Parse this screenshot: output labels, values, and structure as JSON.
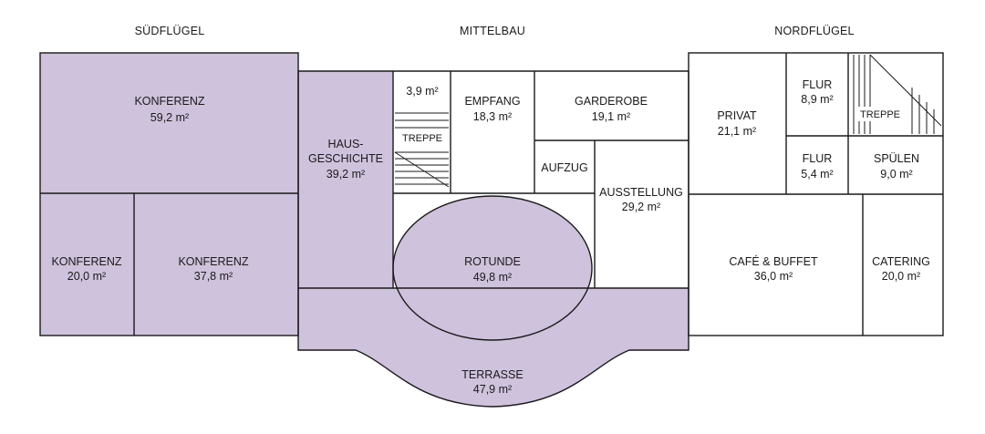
{
  "colors": {
    "highlight": "#cfc2dc",
    "wall": "#1a1a1a",
    "background": "#ffffff"
  },
  "wings": {
    "south": "SÜDFLÜGEL",
    "center": "MITTELBAU",
    "north": "NORDFLÜGEL"
  },
  "rooms": {
    "konferenz_large": {
      "name": "KONFERENZ",
      "area": "59,2 m²",
      "highlighted": true
    },
    "konferenz_small": {
      "name": "KONFERENZ",
      "area": "20,0 m²",
      "highlighted": true
    },
    "konferenz_mid": {
      "name": "KONFERENZ",
      "area": "37,8 m²",
      "highlighted": true
    },
    "hausgeschichte": {
      "name_line1": "HAUS-",
      "name_line2": "GESCHICHTE",
      "area": "39,2 m²",
      "highlighted": true
    },
    "small_room": {
      "area": "3,9 m²",
      "highlighted": false
    },
    "treppe_center": {
      "name": "TREPPE",
      "highlighted": false
    },
    "empfang": {
      "name": "EMPFANG",
      "area": "18,3 m²",
      "highlighted": false
    },
    "garderobe": {
      "name": "GARDEROBE",
      "area": "19,1 m²",
      "highlighted": false
    },
    "aufzug": {
      "name": "AUFZUG",
      "highlighted": false
    },
    "ausstellung": {
      "name": "AUSSTELLUNG",
      "area": "29,2 m²",
      "highlighted": false
    },
    "rotunde": {
      "name": "ROTUNDE",
      "area": "49,8 m²",
      "highlighted": true
    },
    "terrasse": {
      "name": "TERRASSE",
      "area": "47,9 m²",
      "highlighted": true
    },
    "privat": {
      "name": "PRIVAT",
      "area": "21,1 m²",
      "highlighted": false
    },
    "flur_top": {
      "name": "FLUR",
      "area": "8,9 m²",
      "highlighted": false
    },
    "treppe_north": {
      "name": "TREPPE",
      "highlighted": false
    },
    "flur_bottom": {
      "name": "FLUR",
      "area": "5,4 m²",
      "highlighted": false
    },
    "spuelen": {
      "name": "SPÜLEN",
      "area": "9,0 m²",
      "highlighted": false
    },
    "cafe_buffet": {
      "name": "CAFÉ & BUFFET",
      "area": "36,0 m²",
      "highlighted": false
    },
    "catering": {
      "name": "CATERING",
      "area": "20,0 m²",
      "highlighted": false
    }
  }
}
